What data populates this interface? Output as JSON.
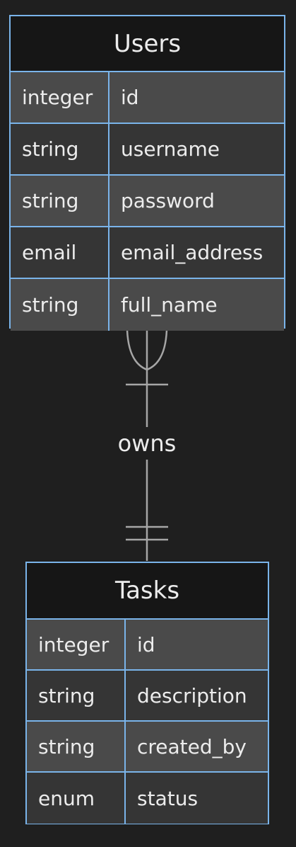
{
  "users": {
    "title": "Users",
    "fields": [
      {
        "type": "integer",
        "name": "id"
      },
      {
        "type": "string",
        "name": "username"
      },
      {
        "type": "string",
        "name": "password"
      },
      {
        "type": "email",
        "name": "email_address"
      },
      {
        "type": "string",
        "name": "full_name"
      }
    ]
  },
  "tasks": {
    "title": "Tasks",
    "fields": [
      {
        "type": "integer",
        "name": "id"
      },
      {
        "type": "string",
        "name": "description"
      },
      {
        "type": "string",
        "name": "created_by"
      },
      {
        "type": "enum",
        "name": "status"
      }
    ]
  },
  "relationship": {
    "label": "owns"
  },
  "colors": {
    "background": "#1f1f1f",
    "border": "#7ab4ea",
    "header": "#161616",
    "row_light": "#4a4a4a",
    "row_dark": "#353535",
    "line": "#a6a6a6",
    "text": "#ececec"
  }
}
